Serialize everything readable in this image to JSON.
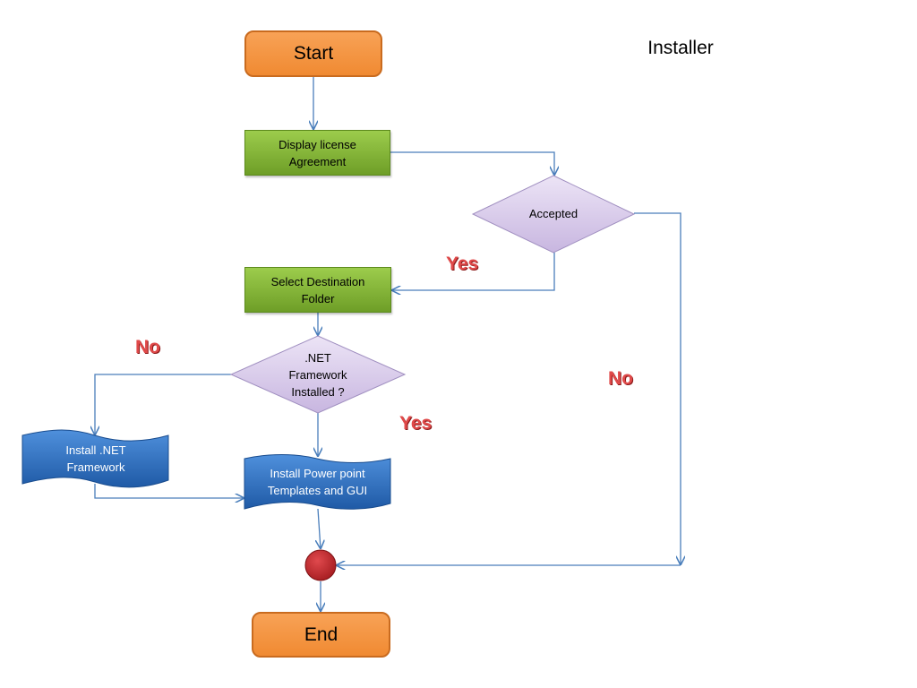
{
  "diagram": {
    "title": "Installer",
    "nodes": {
      "start": "Start",
      "display_license": "Display license\nAgreement",
      "accepted": "Accepted",
      "select_folder": "Select Destination\nFolder",
      "net_installed": ".NET\nFramework\nInstalled ?",
      "install_net": "Install .NET\nFramework",
      "install_templates": "Install Power point\nTemplates and GUI",
      "end": "End"
    },
    "branch_labels": {
      "accepted_yes": "Yes",
      "accepted_no": "No",
      "net_no": "No",
      "net_yes": "Yes"
    },
    "colors": {
      "terminal": "#f39442",
      "process": "#86b83a",
      "decision": "#d9cdea",
      "document": "#2f6fbf",
      "merge": "#c0262b",
      "connector": "#4a7ebb",
      "branch_label": "#e04a4a"
    }
  }
}
